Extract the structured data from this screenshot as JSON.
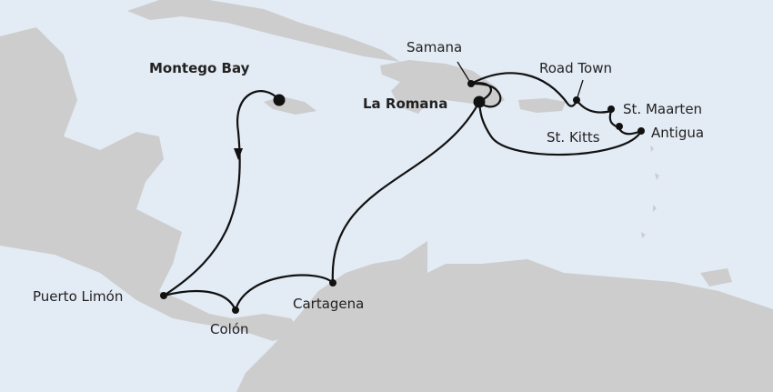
{
  "map": {
    "colors": {
      "sea": "#e3ebf4",
      "land": "#cdcdcd",
      "route": "#111111"
    },
    "ports": [
      {
        "id": "montego-bay",
        "name": "Montego Bay",
        "primary": true
      },
      {
        "id": "puerto-limon",
        "name": "Puerto Limón",
        "primary": false
      },
      {
        "id": "colon",
        "name": "Colón",
        "primary": false
      },
      {
        "id": "cartagena",
        "name": "Cartagena",
        "primary": false
      },
      {
        "id": "la-romana",
        "name": "La Romana",
        "primary": true
      },
      {
        "id": "samana",
        "name": "Samana",
        "primary": false
      },
      {
        "id": "road-town",
        "name": "Road Town",
        "primary": false
      },
      {
        "id": "st-maarten",
        "name": "St. Maarten",
        "primary": false
      },
      {
        "id": "st-kitts",
        "name": "St. Kitts",
        "primary": false
      },
      {
        "id": "antigua",
        "name": "Antigua",
        "primary": false
      }
    ]
  }
}
